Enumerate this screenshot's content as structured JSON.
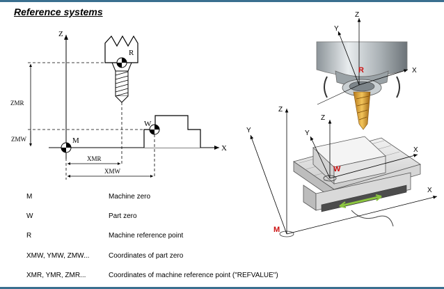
{
  "title": "Reference systems",
  "diagram2d": {
    "axis_z": "Z",
    "axis_x": "X",
    "point_r": "R",
    "point_w": "W",
    "point_m": "M",
    "dim_zmr": "ZMR",
    "dim_zmw": "ZMW",
    "dim_xmr": "XMR",
    "dim_xmw": "XMW"
  },
  "diagram3d": {
    "spindle_z": "Z",
    "spindle_y": "Y",
    "spindle_x": "X",
    "spindle_r": "R",
    "table_z": "Z",
    "part_z": "Z",
    "part_y": "Y",
    "part_x": "X",
    "part_w": "W",
    "machine_y": "Y",
    "machine_x": "X",
    "machine_m": "M",
    "accent_color": "#cc1111"
  },
  "legend": [
    {
      "symbol": "M",
      "description": "Machine zero"
    },
    {
      "symbol": "W",
      "description": "Part zero"
    },
    {
      "symbol": "R",
      "description": "Machine reference point"
    },
    {
      "symbol": "XMW, YMW, ZMW...",
      "description": "Coordinates of part zero"
    },
    {
      "symbol": "XMR, YMR, ZMR...",
      "description": "Coordinates of machine reference point (\"REFVALUE\")"
    }
  ]
}
